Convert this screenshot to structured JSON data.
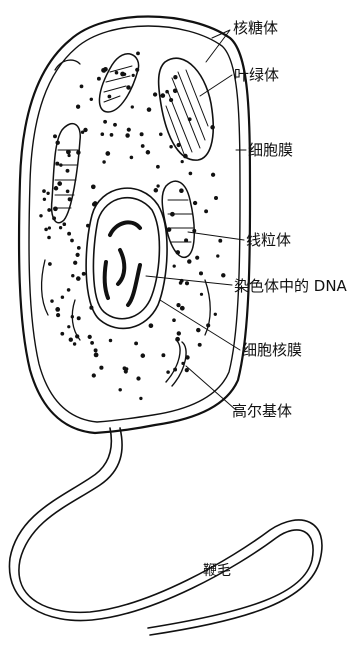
{
  "labels": {
    "ribosome": "核糖体",
    "chloroplast": "叶绿体",
    "cell_membrane": "细胞膜",
    "mitochondrion": "线粒体",
    "chromosome_dna": "染色体中的 DNA",
    "nuclear_membrane": "细胞核膜",
    "golgi": "高尔基体",
    "flagellum": "鞭毛"
  },
  "colors": {
    "ink": "#111111",
    "background": "#ffffff"
  }
}
